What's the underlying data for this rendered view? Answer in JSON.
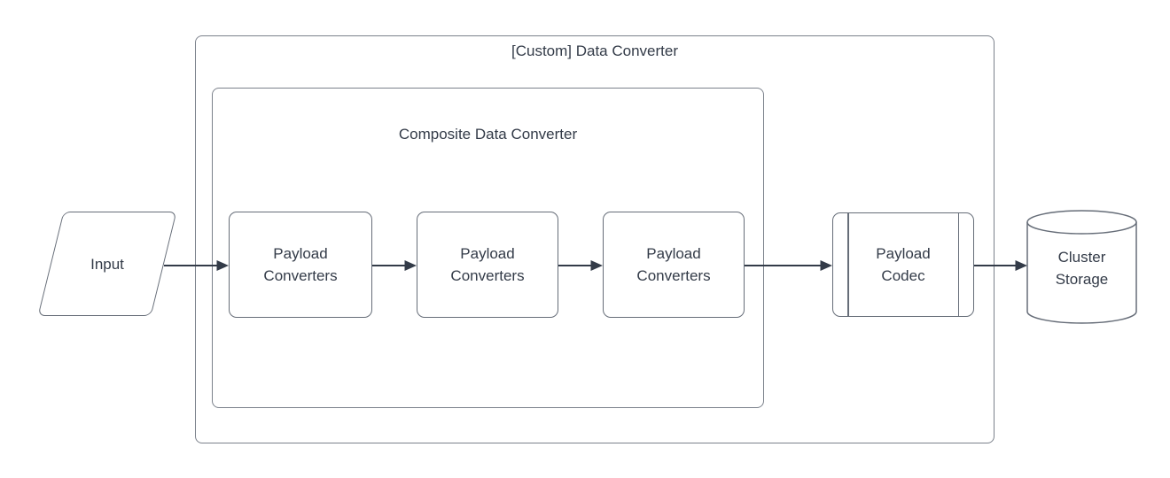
{
  "diagram": {
    "outer_container": {
      "title": "[Custom] Data Converter"
    },
    "inner_container": {
      "title": "Composite Data Converter"
    },
    "nodes": {
      "input": {
        "label": "Input",
        "shape": "parallelogram"
      },
      "payload_converters": [
        {
          "label": "Payload Converters"
        },
        {
          "label": "Payload Converters"
        },
        {
          "label": "Payload Converters"
        }
      ],
      "payload_codec": {
        "label": "Payload Codec",
        "shape": "predefined-process"
      },
      "cluster_storage": {
        "label": "Cluster Storage",
        "shape": "cylinder"
      }
    },
    "edges": [
      {
        "from": "input",
        "to": "payload_converters_1"
      },
      {
        "from": "payload_converters_1",
        "to": "payload_converters_2"
      },
      {
        "from": "payload_converters_2",
        "to": "payload_converters_3"
      },
      {
        "from": "payload_converters_3",
        "to": "payload_codec"
      },
      {
        "from": "payload_codec",
        "to": "cluster_storage"
      }
    ],
    "colors": {
      "background": "#ffffff",
      "fill": "#ffffff",
      "container_border": "#7b818b",
      "shape_border": "#666d78",
      "text": "#333b48",
      "arrow": "#333b48"
    }
  }
}
